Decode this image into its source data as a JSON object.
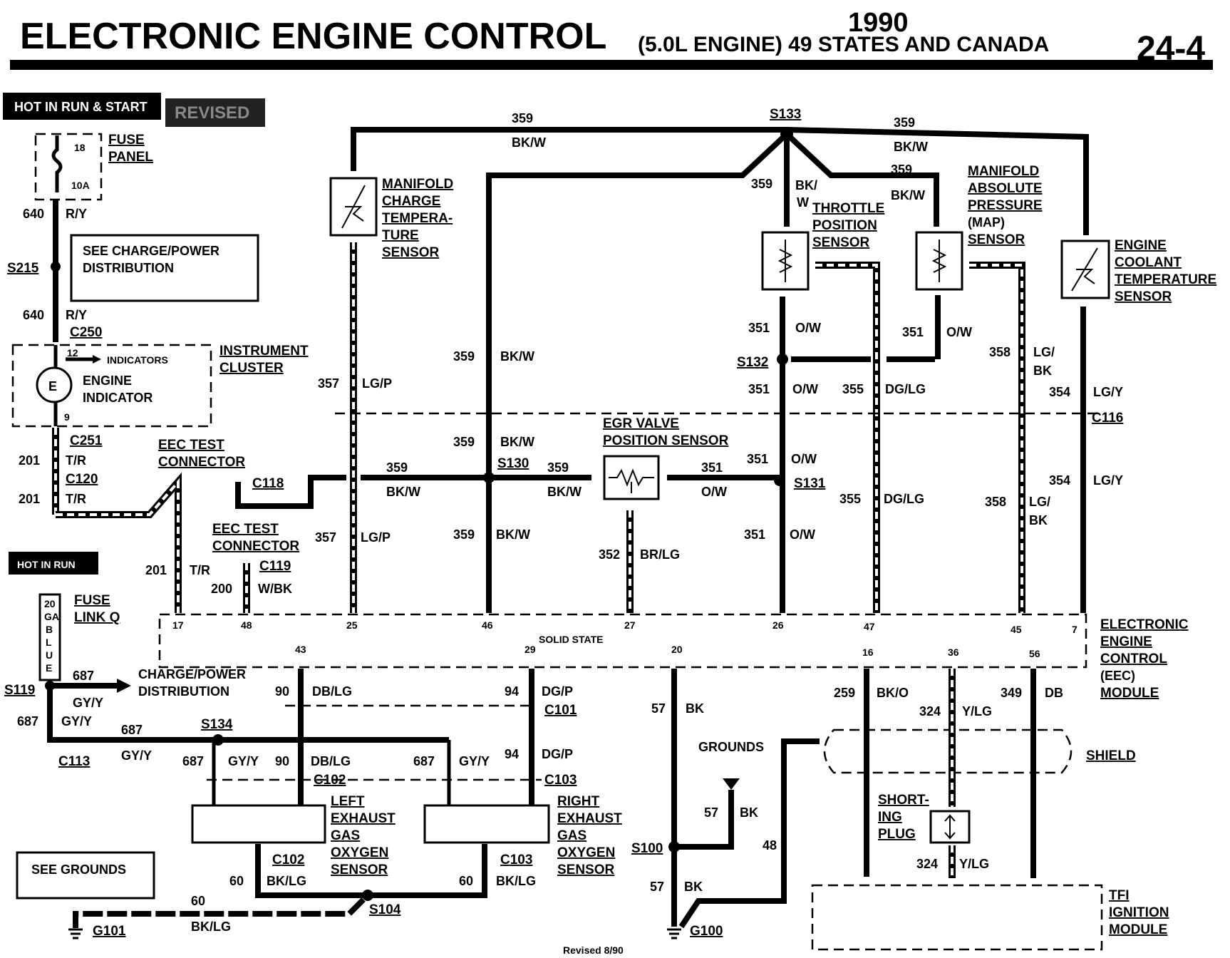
{
  "header": {
    "title": "ELECTRONIC ENGINE CONTROL",
    "subtitle": "(5.0L ENGINE) 49 STATES AND CANADA",
    "year": "1990",
    "page_number": "24-4"
  },
  "badges": {
    "hot_run_start": "HOT IN RUN & START",
    "revised": "REVISED",
    "hot_in_run": "HOT IN RUN"
  },
  "footer": {
    "revised": "Revised 8/90"
  },
  "fuse_panel": {
    "label_1": "FUSE",
    "label_2": "PANEL",
    "fuse_no": "18",
    "rating": "10A"
  },
  "fuse_link": {
    "label_1": "FUSE",
    "label_2": "LINK Q",
    "gauge_text": [
      "20",
      "GA",
      "B",
      "L",
      "U",
      "E"
    ]
  },
  "boxes": {
    "see_charge_power_1": "SEE CHARGE/POWER",
    "see_charge_power_2": "DISTRIBUTION",
    "see_grounds": "SEE GROUNDS"
  },
  "instrument_cluster": {
    "label_1": "INSTRUMENT",
    "label_2": "CLUSTER",
    "indicators": "INDICATORS",
    "engine_1": "ENGINE",
    "engine_2": "INDICATOR",
    "pin_top": "12",
    "pin_bottom": "9"
  },
  "eec_module": {
    "label": [
      "ELECTRONIC",
      "ENGINE",
      "CONTROL",
      "(EEC)",
      "MODULE"
    ],
    "solid_state": "SOLID STATE",
    "pins_top": [
      "17",
      "48",
      "25",
      "46",
      "27",
      "26",
      "47",
      "45",
      "7"
    ],
    "pins_bottom": [
      "43",
      "29",
      "20",
      "16",
      "36",
      "56"
    ]
  },
  "sensors": {
    "mct": [
      "MANIFOLD",
      "CHARGE",
      "TEMPERA-",
      "TURE",
      "SENSOR"
    ],
    "tps": [
      "THROTTLE",
      "POSITION",
      "SENSOR"
    ],
    "map": [
      "MANIFOLD",
      "ABSOLUTE",
      "PRESSURE",
      "(MAP)",
      "SENSOR"
    ],
    "ect": [
      "ENGINE",
      "COOLANT",
      "TEMPERATURE",
      "SENSOR"
    ],
    "egr_1": "EGR VALVE",
    "egr_2": "POSITION SENSOR",
    "left_ego": [
      "LEFT",
      "EXHAUST",
      "GAS",
      "OXYGEN",
      "SENSOR"
    ],
    "right_ego": [
      "RIGHT",
      "EXHAUST",
      "GAS",
      "OXYGEN",
      "SENSOR"
    ],
    "shorting_plug": [
      "SHORT-",
      "ING",
      "PLUG"
    ],
    "tfi": [
      "TFI",
      "IGNITION",
      "MODULE"
    ]
  },
  "labels": {
    "eec_test_1a": "EEC TEST",
    "eec_test_1b": "CONNECTOR",
    "eec_test_2a": "EEC TEST",
    "eec_test_2b": "CONNECTOR",
    "charge_power_1": "CHARGE/POWER",
    "charge_power_2": "DISTRIBUTION",
    "grounds": "GROUNDS",
    "shield": "SHIELD"
  },
  "splices": {
    "s133": "S133",
    "s132": "S132",
    "s130": "S130",
    "s131": "S131",
    "s215": "S215",
    "s119": "S119",
    "s134": "S134",
    "s100": "S100",
    "s104": "S104"
  },
  "connectors": {
    "c250": "C250",
    "c251": "C251",
    "c120": "C120",
    "c118": "C118",
    "c119": "C119",
    "c116": "C116",
    "c101": "C101",
    "c102": "C102",
    "c102b": "C102",
    "c103": "C103",
    "c103b": "C103",
    "c113": "C113"
  },
  "grounds": {
    "g101": "G101",
    "g100": "G100"
  },
  "wires": {
    "w359_a": "359",
    "bkw_a": "BK/W",
    "w359_b": "359",
    "bkw_b": "BK/W",
    "w359_c": "359",
    "bkw_c": "BK/",
    "w_c": "W",
    "w359_d": "359",
    "bkw_d": "BK/W",
    "w359_e": "359",
    "bkw_e": "BK/W",
    "w359_f": "359",
    "bkw_f": "BK/W",
    "w359_g": "359",
    "bkw_g": "BK/W",
    "w359_h": "359",
    "bkw_h": "BK/W",
    "w359_i": "359",
    "bkw_i": "BK/W",
    "w351_a": "351",
    "ow_a": "O/W",
    "w351_b": "351",
    "ow_b": "O/W",
    "w351_c": "351",
    "ow_c": "O/W",
    "w351_d": "351",
    "ow_d": "O/W",
    "w351_e": "351",
    "ow_e": "O/W",
    "w351_f": "351",
    "ow_f": "O/W",
    "w355_a": "355",
    "dglg_a": "DG/LG",
    "w355_b": "355",
    "dglg_b": "DG/LG",
    "w358_a": "358",
    "lgbk_a1": "LG/",
    "lgbk_a2": "BK",
    "w358_b": "358",
    "lgbk_b1": "LG/",
    "lgbk_b2": "BK",
    "w354_a": "354",
    "lgy_a": "LG/Y",
    "w354_b": "354",
    "lgy_b": "LG/Y",
    "w357_a": "357",
    "lgp_a": "LG/P",
    "w357_b": "357",
    "lgp_b": "LG/P",
    "w352": "352",
    "brlg": "BR/LG",
    "w640_a": "640",
    "ry_a": "R/Y",
    "w640_b": "640",
    "ry_b": "R/Y",
    "w201_a": "201",
    "tr_a": "T/R",
    "w201_b": "201",
    "tr_b": "T/R",
    "w201_c": "201",
    "tr_c": "T/R",
    "w200": "200",
    "wbk": "W/BK",
    "w687_a": "687",
    "gyy_a": "GY/Y",
    "w687_b": "687",
    "gyy_b": "GY/Y",
    "w687_c": "687",
    "gyy_c": "GY/Y",
    "w687_d": "687",
    "gyy_d": "GY/Y",
    "w687_e": "687",
    "gyy_e": "GY/Y",
    "w90_a": "90",
    "dblg_a": "DB/LG",
    "w90_b": "90",
    "dblg_b": "DB/LG",
    "w94_a": "94",
    "dgp_a": "DG/P",
    "w94_b": "94",
    "dgp_b": "DG/P",
    "w60_a": "60",
    "bklg_a": "BK/LG",
    "w60_b": "60",
    "bklg_b": "BK/LG",
    "w60_c": "60",
    "bklg_c": "BK/LG",
    "w57_a": "57",
    "bk_a": "BK",
    "w57_b": "57",
    "bk_b": "BK",
    "w57_c": "57",
    "bk_c": "BK",
    "w48": "48",
    "w259": "259",
    "bko": "BK/O",
    "w324_a": "324",
    "ylg_a": "Y/LG",
    "w324_b": "324",
    "ylg_b": "Y/LG",
    "w349": "349",
    "db": "DB"
  }
}
